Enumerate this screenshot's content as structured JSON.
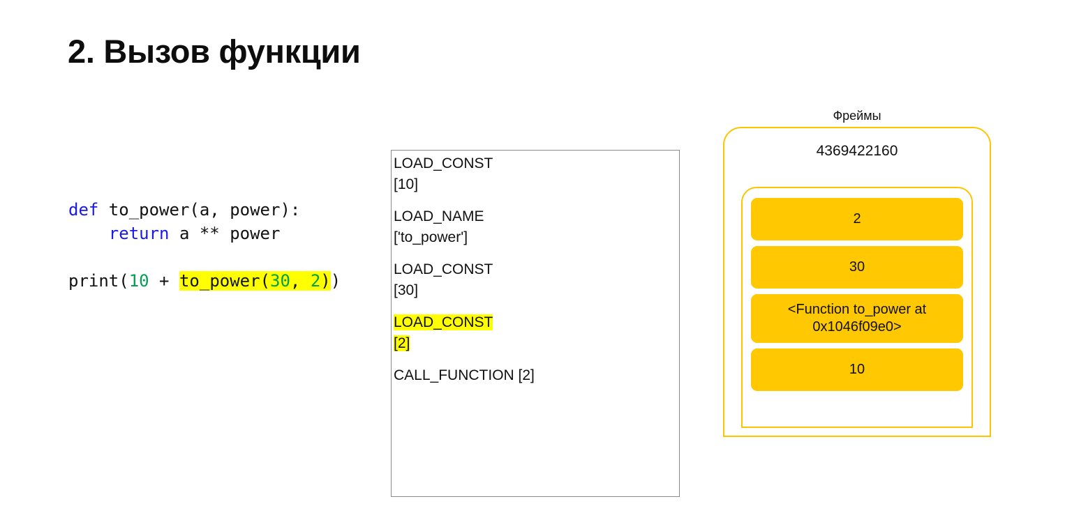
{
  "slide": {
    "title": "2. Вызов функции"
  },
  "code": {
    "lines": [
      [
        {
          "t": "def",
          "c": "kw"
        },
        {
          "t": " to_power(a, power):",
          "c": "plain"
        }
      ],
      [
        {
          "t": "    ",
          "c": "plain"
        },
        {
          "t": "return",
          "c": "kw"
        },
        {
          "t": " a ** power",
          "c": "plain"
        }
      ],
      [],
      [
        {
          "t": "print(",
          "c": "plain"
        },
        {
          "t": "10",
          "c": "num"
        },
        {
          "t": " + ",
          "c": "plain"
        },
        {
          "t": "to_power(",
          "c": "plain hl"
        },
        {
          "t": "30",
          "c": "num hl"
        },
        {
          "t": ", ",
          "c": "plain hl"
        },
        {
          "t": "2",
          "c": "num hl"
        },
        {
          "t": ")",
          "c": "plain hl"
        },
        {
          "t": ")",
          "c": "plain"
        }
      ]
    ]
  },
  "bytecode": {
    "groups": [
      {
        "op": "LOAD_CONST",
        "arg": "[10]",
        "highlighted": false
      },
      {
        "op": "LOAD_NAME",
        "arg": "['to_power']",
        "highlighted": false
      },
      {
        "op": "LOAD_CONST",
        "arg": "[30]",
        "highlighted": false
      },
      {
        "op": "LOAD_CONST",
        "arg": "[2]",
        "highlighted": true
      },
      {
        "op": "CALL_FUNCTION [2]",
        "arg": "",
        "highlighted": false
      }
    ]
  },
  "frames": {
    "caption": "Фреймы",
    "frame_id": "4369422160",
    "stack": [
      {
        "value": "2",
        "lines": 1
      },
      {
        "value": "30",
        "lines": 1
      },
      {
        "value": "<Function to_power at 0x1046f09e0>",
        "lines": 2
      },
      {
        "value": "10",
        "lines": 1
      }
    ]
  },
  "colors": {
    "keyword": "#1a1ae6",
    "number": "#00a152",
    "highlight": "#ffff00",
    "frame_border": "#ffc400",
    "stack_fill": "#ffc800",
    "box_border": "#8a8a8a"
  }
}
